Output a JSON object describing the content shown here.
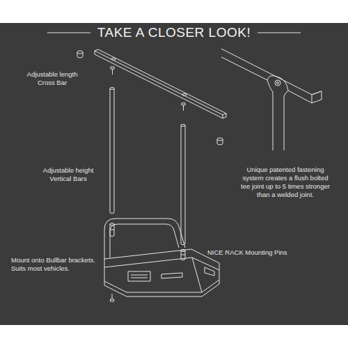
{
  "diagram": {
    "title": "TAKE A CLOSER LOOK!",
    "labels": [
      "Adjustable length Cross Bar",
      "Adjustable height Vertical Bars",
      "Unique patented fastening system creates a flush bolted tee joint up to 5 times stronger than a welded joint.",
      "Mount onto Bullbar brackets. Suits most vehicles.",
      "NICE RACK Mounting Pins"
    ]
  }
}
